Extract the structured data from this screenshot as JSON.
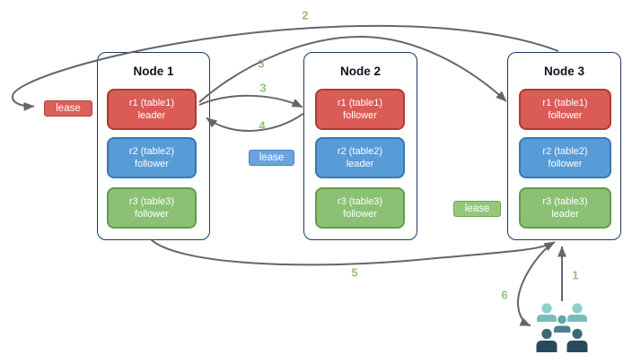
{
  "nodes": [
    {
      "title": "Node 1",
      "replicas": [
        {
          "label": "r1 (table1)",
          "role": "leader",
          "color": "#db5b56"
        },
        {
          "label": "r2 (table2)",
          "role": "follower",
          "color": "#579bd7"
        },
        {
          "label": "r3 (table3)",
          "role": "follower",
          "color": "#8bc174"
        }
      ]
    },
    {
      "title": "Node 2",
      "replicas": [
        {
          "label": "r1 (table1)",
          "role": "follower",
          "color": "#db5b56"
        },
        {
          "label": "r2 (table2)",
          "role": "leader",
          "color": "#579bd7"
        },
        {
          "label": "r3 (table3)",
          "role": "follower",
          "color": "#8bc174"
        }
      ]
    },
    {
      "title": "Node 3",
      "replicas": [
        {
          "label": "r1 (table1)",
          "role": "follower",
          "color": "#db5b56"
        },
        {
          "label": "r2 (table2)",
          "role": "follower",
          "color": "#579bd7"
        },
        {
          "label": "r3 (table3)",
          "role": "leader",
          "color": "#8bc174"
        }
      ]
    }
  ],
  "leases": {
    "r1": {
      "label": "lease",
      "color": "#dd5f5a"
    },
    "r2": {
      "label": "lease",
      "color": "#68a5df"
    },
    "r3": {
      "label": "lease",
      "color": "#93c77d"
    }
  },
  "arrows": {
    "a1": {
      "label": "1"
    },
    "a2": {
      "label": "2"
    },
    "a3_to_node3": {
      "label": "3"
    },
    "a3_to_node2": {
      "label": "3"
    },
    "a4": {
      "label": "4"
    },
    "a5": {
      "label": "5"
    },
    "a6": {
      "label": "6"
    }
  },
  "icons": {
    "clients": "users-group"
  },
  "colors": {
    "node_border": "#22365c",
    "arrow": "#666666",
    "arrow_label": "#90c377",
    "replica_red": "#db5b56",
    "replica_blue": "#579bd7",
    "replica_green": "#8bc174",
    "users_light": "#8ecfcb",
    "users_medium": "#61a5a7",
    "users_dark": "#26495c"
  }
}
